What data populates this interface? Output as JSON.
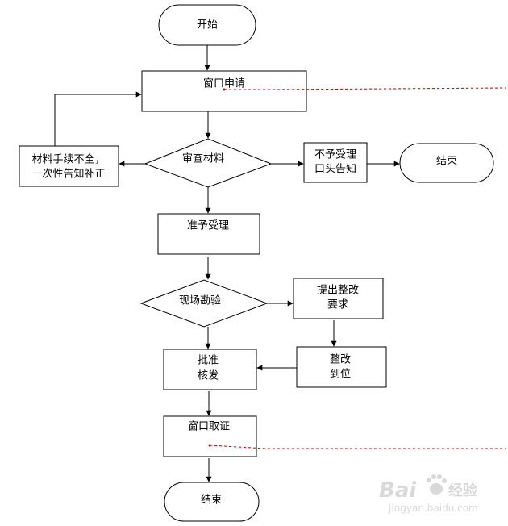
{
  "nodes": {
    "start": "开始",
    "window_apply": "窗口申请",
    "review": "审查材料",
    "incomplete_line1": "材料手续不全，",
    "incomplete_line2": "一次性告知补正",
    "reject_line1": "不予受理",
    "reject_line2": "口头告知",
    "end_right": "结束",
    "accept": "准予受理",
    "inspection": "现场勘验",
    "rectify_req_line1": "提出整改",
    "rectify_req_line2": "要求",
    "rectified_line1": "整改",
    "rectified_line2": "到位",
    "approve_line1": "批准",
    "approve_line2": "核发",
    "collect": "窗口取证",
    "end_bottom": "结束"
  },
  "watermark": {
    "brand_left": "Bai",
    "brand_right": "经验",
    "url": "jingyan.baidu.com"
  },
  "colors": {
    "stroke": "#000000",
    "dashed": "#c00000",
    "watermark": "#d9d9d9"
  }
}
